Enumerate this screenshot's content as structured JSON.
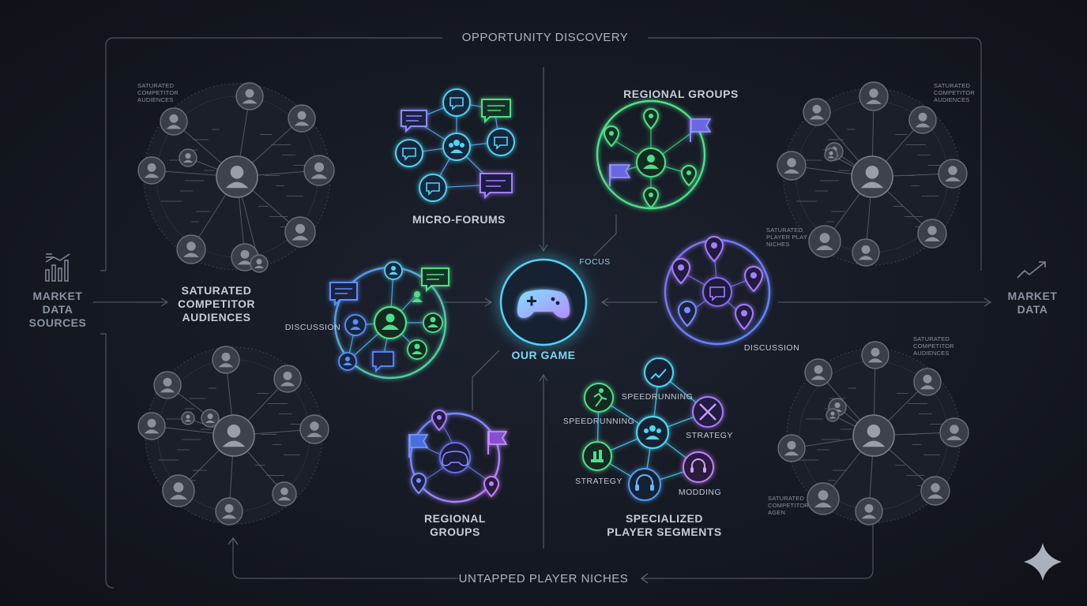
{
  "frame": {
    "top_title": "OPPORTUNITY DISCOVERY",
    "bottom_title": "UNTAPPED PLAYER NICHES"
  },
  "left_source": {
    "label": "MARKET\nDATA\nSOURCES",
    "icon": "chart-bars-icon"
  },
  "right_source": {
    "label": "MARKET\nDATA",
    "icon": "trend-line-icon"
  },
  "center": {
    "label": "OUR GAME",
    "focus_label": "FOCUS",
    "icon": "gamepad-icon"
  },
  "saturated": {
    "main_label": "SATURATED\nCOMPETITOR\nAUDIENCES",
    "tl_label": "SATURATED\nCOMPETITOR\nAUDIENCES",
    "tr_label": "SATURATED\nCOMPETITOR\nAUDIENCES",
    "mr_label": "SATURATED\nPLAYER PLAY\nNICHES",
    "br_label": "SATURATED\nCOMPETITOR\nAUDIENCES",
    "br2_label": "SATURATED\nCOMPETITOR\nAGEN"
  },
  "clusters": {
    "micro_forums": "MICRO-FORUMS",
    "regional_groups_top": "REGIONAL GROUPS",
    "discussion_left": "DISCUSSION",
    "discussion_right": "DISCUSSION",
    "regional_groups_bottom": "REGIONAL\nGROUPS",
    "specialized": "SPECIALIZED\nPLAYER SEGMENTS"
  },
  "segments": {
    "speedrunning_a": "SPEEDRUNNING",
    "speedrunning_b": "SPEEDRUNNING",
    "strategy_a": "STRATEGY",
    "strategy_b": "STRATEGY",
    "modding": "MODDING"
  },
  "colors": {
    "cyan": "#4fd4f5",
    "blue": "#5b8cff",
    "green": "#4ee08a",
    "purple": "#a77dff",
    "violet": "#8a6cf0",
    "gray": "#7a7f88",
    "frame": "#565c68"
  }
}
